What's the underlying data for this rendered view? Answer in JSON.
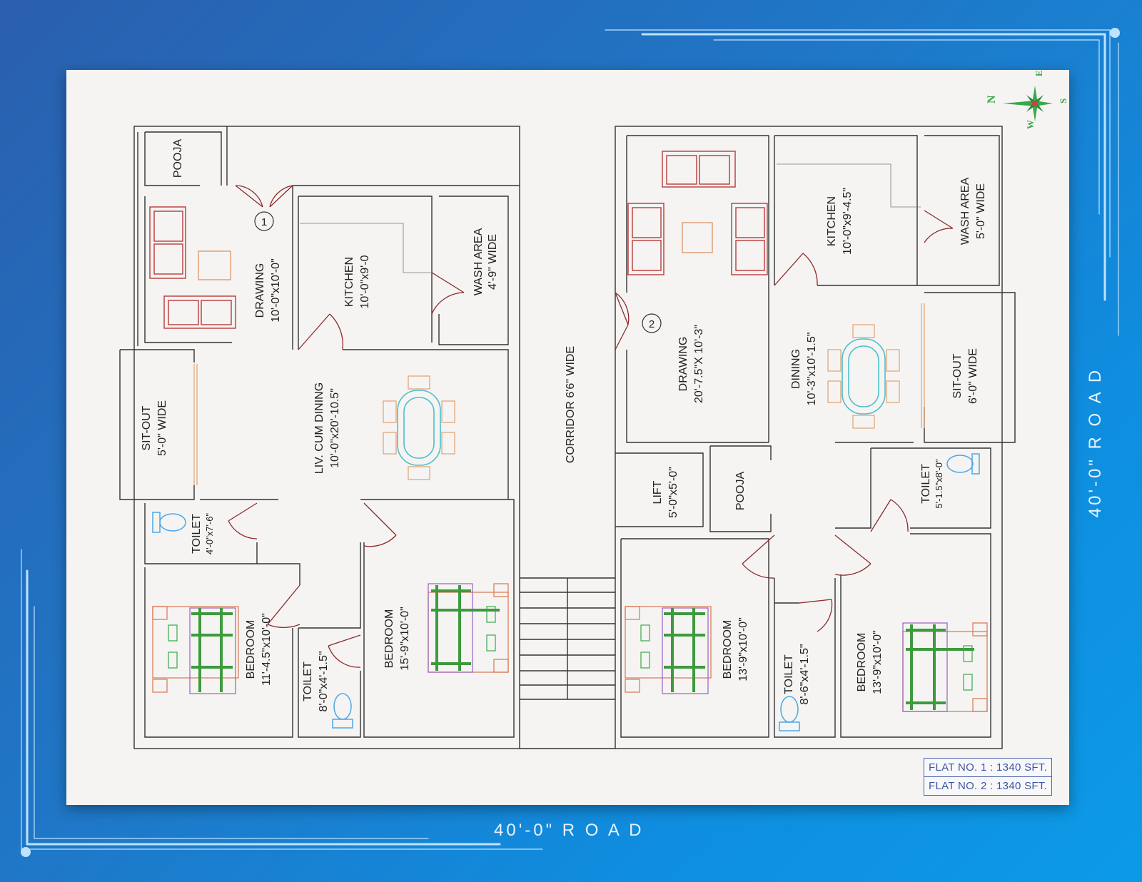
{
  "road_bottom": "40'-0\" R O A D",
  "road_right": "40'-0\" R O A D",
  "compass": {
    "n": "N",
    "e": "E",
    "s": "S",
    "w": "W"
  },
  "rooms": {
    "pooja1": {
      "name": "POOJA"
    },
    "drawing1": {
      "name": "DRAWING",
      "size": "10'-0\"x10'-0\""
    },
    "kitchen1": {
      "name": "KITCHEN",
      "size": "10'-0\"x9'-0"
    },
    "wash1": {
      "name": "WASH AREA",
      "size": "4'-9\" WIDE"
    },
    "sitout1": {
      "name": "SIT-OUT",
      "size": "5'-0\" WIDE"
    },
    "living1": {
      "name": "LIV. CUM DINING",
      "size": "10'-0\"x20'-10.5\""
    },
    "toilet1a": {
      "name": "TOILET",
      "size": "4'-0\"x7'-6\""
    },
    "bedroom1a": {
      "name": "BEDROOM",
      "size": "11'-4.5\"x10'-0\""
    },
    "toilet1b": {
      "name": "TOILET",
      "size": "8'-0\"x4'-1.5\""
    },
    "bedroom1b": {
      "name": "BEDROOM",
      "size": "15'-9\"x10'-0\""
    },
    "corridor": {
      "name": "CORRIDOR 6'6\" WIDE"
    },
    "drawing2": {
      "name": "DRAWING",
      "size": "20'-7.5\"X 10'-3\""
    },
    "kitchen2": {
      "name": "KITCHEN",
      "size": "10'-0\"x9'-4.5\""
    },
    "wash2": {
      "name": "WASH AREA",
      "size": "5'-0\" WIDE"
    },
    "dining2": {
      "name": "DINING",
      "size": "10'-3\"x10'-1.5\""
    },
    "sitout2": {
      "name": "SIT-OUT",
      "size": "6'-0\" WIDE"
    },
    "lift": {
      "name": "LIFT",
      "size": "5'-0\"x5'-0\""
    },
    "pooja2": {
      "name": "POOJA"
    },
    "toilet2a": {
      "name": "TOILET",
      "size": "5'-1.5\"x8'-0\""
    },
    "bedroom2a": {
      "name": "BEDROOM",
      "size": "13'-9\"x10'-0\""
    },
    "toilet2b": {
      "name": "TOILET",
      "size": "8'-6\"x4'-1.5\""
    },
    "bedroom2b": {
      "name": "BEDROOM",
      "size": "13'-9\"x10'-0\""
    }
  },
  "entries": {
    "one": "1",
    "two": "2"
  },
  "area_table": {
    "flat1": "FLAT NO. 1 : 1340 SFT.",
    "flat2": "FLAT NO. 2 : 1340 SFT."
  }
}
